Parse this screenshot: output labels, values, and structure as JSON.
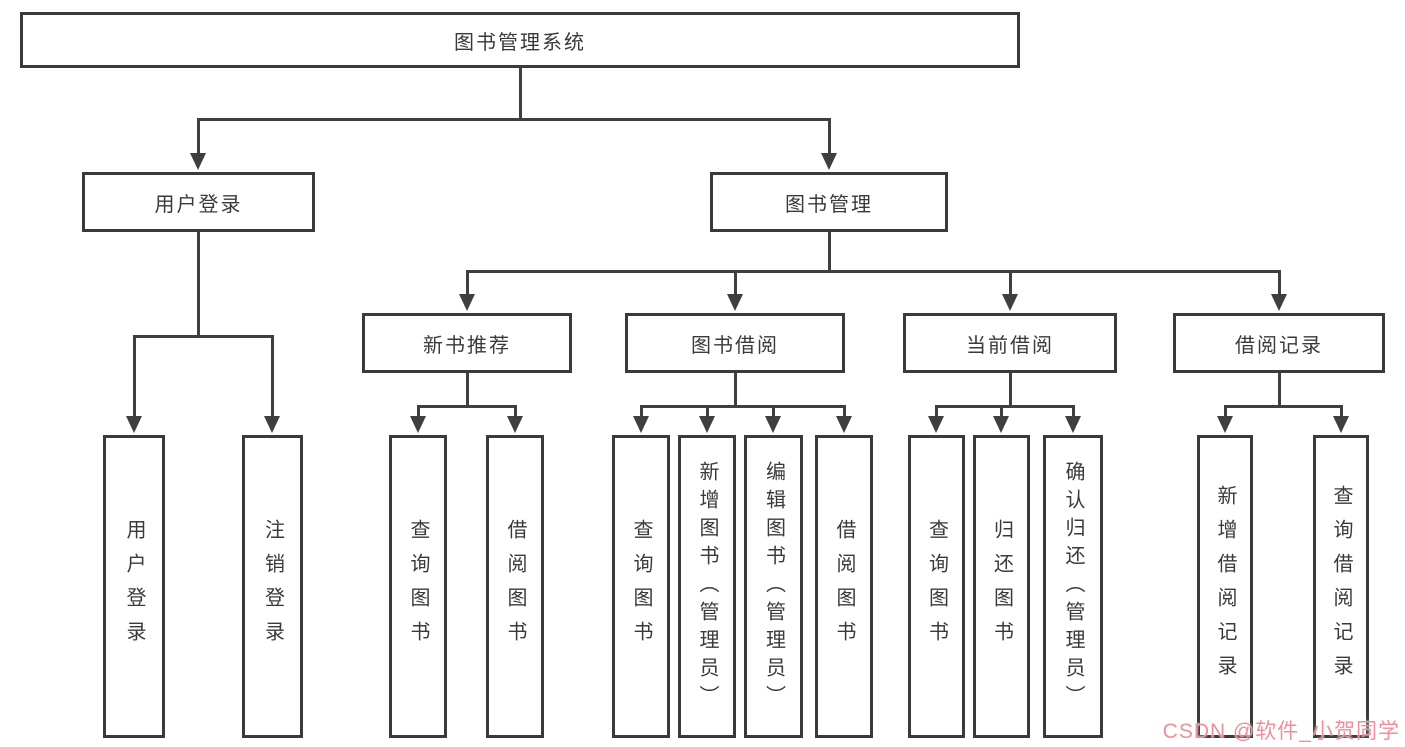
{
  "tree": {
    "root": "图书管理系统",
    "children": [
      {
        "label": "用户登录",
        "children": [
          "用户登录",
          "注销登录"
        ]
      },
      {
        "label": "图书管理",
        "children": [
          {
            "label": "新书推荐",
            "children": [
              "查询图书",
              "借阅图书"
            ]
          },
          {
            "label": "图书借阅",
            "children": [
              "查询图书",
              "新增图书（管理员）",
              "编辑图书（管理员）",
              "借阅图书"
            ]
          },
          {
            "label": "当前借阅",
            "children": [
              "查询图书",
              "归还图书",
              "确认归还（管理员）"
            ]
          },
          {
            "label": "借阅记录",
            "children": [
              "新增借阅记录",
              "查询借阅记录"
            ]
          }
        ]
      }
    ]
  },
  "watermark": {
    "text": "CSDN @软件_小贺同学",
    "color": "#ee8f9e"
  },
  "colors": {
    "background": "#ffffff",
    "line": "#3f3f3f",
    "text": "#3a3a3a",
    "box_border": "#3a3a3a"
  }
}
